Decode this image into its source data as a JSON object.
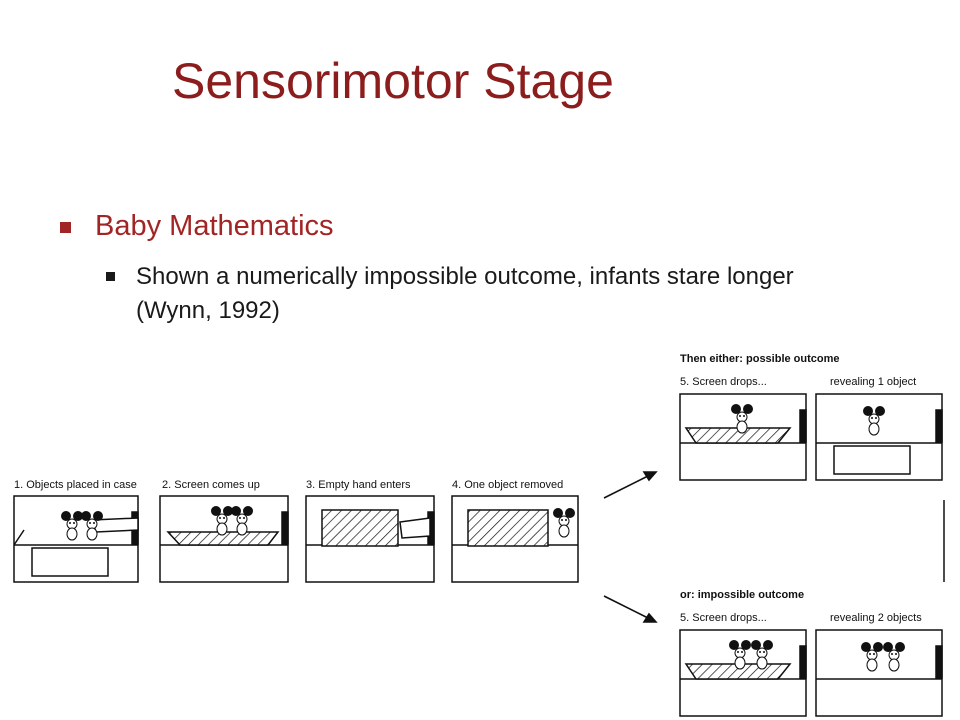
{
  "slide": {
    "title": "Sensorimotor Stage",
    "bullet": "Baby Mathematics",
    "sub_bullet": "Shown a numerically impossible outcome, infants stare longer (Wynn, 1992)"
  },
  "figure": {
    "steps": [
      "1. Objects placed in case",
      "2. Screen comes up",
      "3. Empty hand enters",
      "4. One object removed"
    ],
    "possible": {
      "header": "Then either: possible outcome",
      "left": "5. Screen drops...",
      "right": "revealing 1 object"
    },
    "impossible": {
      "header": "or: impossible outcome",
      "left": "5. Screen drops...",
      "right": "revealing 2 objects"
    }
  },
  "colors": {
    "title": "#8b1d1d",
    "bullet": "#a22525",
    "text": "#1a1a1a"
  }
}
